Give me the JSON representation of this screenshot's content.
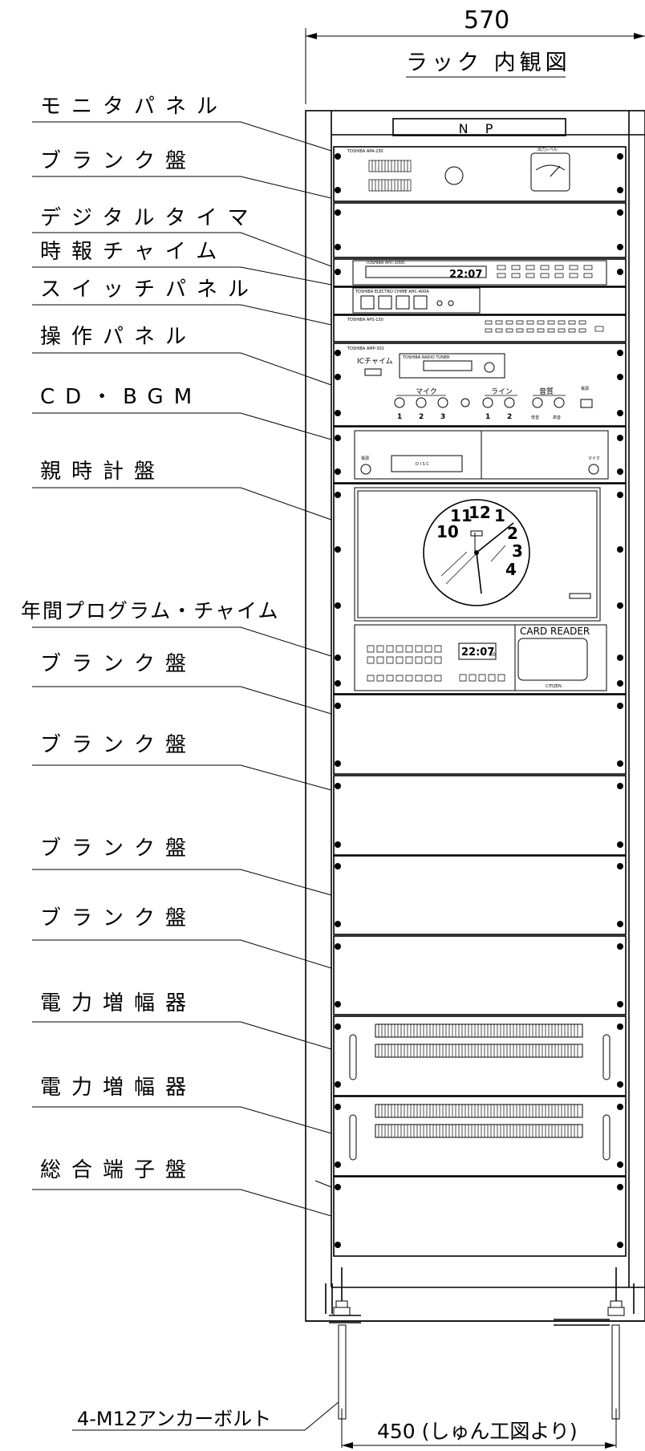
{
  "header": {
    "width_dim": "570",
    "title": "ラック 内観図"
  },
  "labels": [
    "モニタパネル",
    "ブランク盤",
    "デジタルタイマ",
    "時報チャイム",
    "スイッチパネル",
    "操作パネル",
    "CD・BGM",
    "親時計盤",
    "年間プログラム・チャイム",
    "ブランク盤",
    "ブランク盤",
    "ブランク盤",
    "ブランク盤",
    "電力増幅器",
    "電力増幅器",
    "総合端子盤"
  ],
  "rack": {
    "nameplate": "N P",
    "monitor_brand": "TOSHIBA APA-230",
    "meter_label": "出力レベル",
    "timer_brand": "TOSHIBA AHT-3000",
    "timer_display": "22:07",
    "chime_brand": "TOSHIBA ELECTRO CHIME AHC-400A",
    "switch_brand": "TOSHIBA APS-130",
    "ops_brand": "TOSHIBA AMP-301",
    "tuner_brand": "TOSHIBA RADIO TUNER",
    "ic_chime": "ICチャイム",
    "mic_label": "マイク",
    "line_label": "ライン",
    "tone_label": "音質",
    "power_label": "電源",
    "mic_numbers": [
      "1",
      "2",
      "3"
    ],
    "line_numbers": [
      "1",
      "2"
    ],
    "tone_low": "低音",
    "tone_high": "高音",
    "cd_disc": "D I S C",
    "cd_power": "電源",
    "cd_mic": "マイク",
    "program_display": "22:07",
    "program_display_sec": "30",
    "card_reader": "CARD READER",
    "card_brand": "CITIZEN",
    "clock_numbers": [
      "12",
      "1",
      "2",
      "3",
      "4",
      "10",
      "11"
    ]
  },
  "footer": {
    "bolt": "4-M12アンカーボルト",
    "depth_dim": "450 (しゅん工図より)"
  }
}
